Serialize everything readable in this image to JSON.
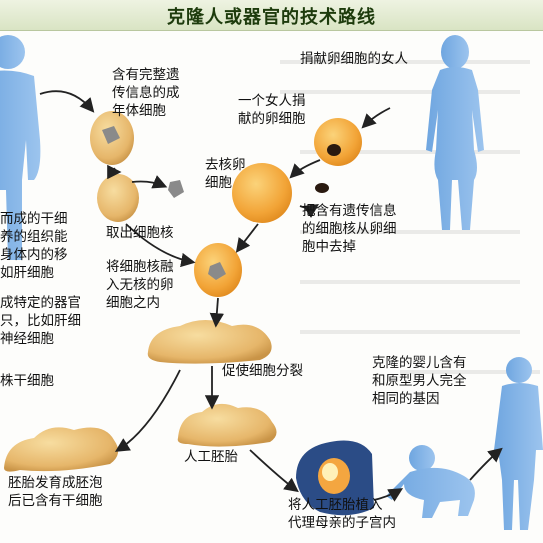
{
  "title": "克隆人或器官的技术路线",
  "labels": {
    "adult_cell": "含有完整遗\n传信息的成\n年体细胞",
    "donor_woman": "捐献卵细胞的女人",
    "one_egg": "一个女人捐\n献的卵细胞",
    "enucleated": "去核卵\n细胞",
    "remove_nucleus": "把含有遗传信息\n的细胞核从卵细\n胞中去掉",
    "extract_nucleus": "取出细胞核",
    "fuse_nucleus": "将细胞核融\n入无核的卵\n细胞之内",
    "left_text_1": "而成的干细\n养的组织能\n身体内的移\n如肝细胞",
    "left_text_2": "成特定的器官\n只，比如肝细\n神经细胞",
    "stem_cells": "株干细胞",
    "division": "促使细胞分裂",
    "artificial_embryo": "人工胚胎",
    "blastocyst": "胚胎发育成胚泡\n后已含有干细胞",
    "implant": "将人工胚胎植入\n代理母亲的子宫内",
    "clone_baby": "克隆的婴儿含有\n和原型男人完全\n相同的基因"
  },
  "colors": {
    "figure": "#7fb0e3",
    "cell": "#f2a437",
    "cell_light": "#f6c66a",
    "nucleus": "#8a8a8a",
    "arrow": "#222222"
  }
}
